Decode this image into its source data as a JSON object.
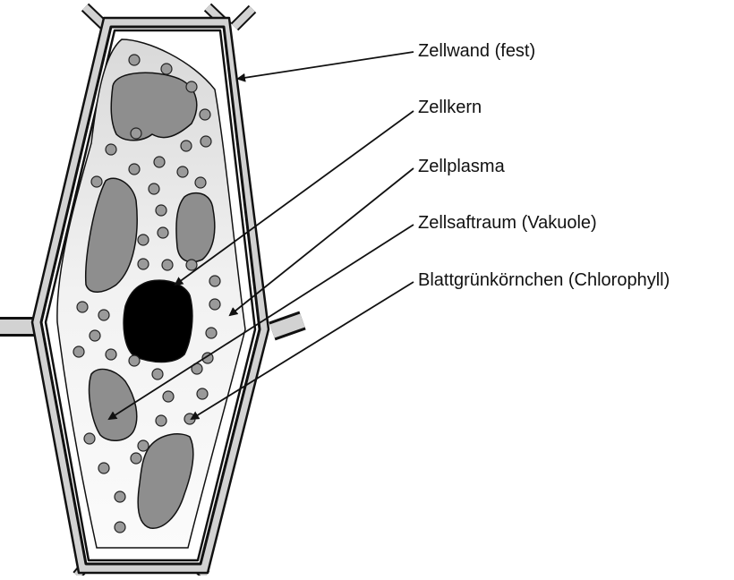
{
  "labels": {
    "zellwand": "Zellwand (fest)",
    "zellkern": "Zellkern",
    "zellplasma": "Zellplasma",
    "zellsaftraum": "Zellsaftraum (Vakuole)",
    "blattgruen": "Blattgrünkörnchen (Chlorophyll)"
  },
  "colors": {
    "wall_fill": "#d2d2d2",
    "cytoplasm_fill": "#f4f4f4",
    "vacuole_fill": "#8e8e8e",
    "nucleus_fill": "#000000",
    "chloroplast_fill": "#9a9a9a",
    "outline": "#111111"
  }
}
